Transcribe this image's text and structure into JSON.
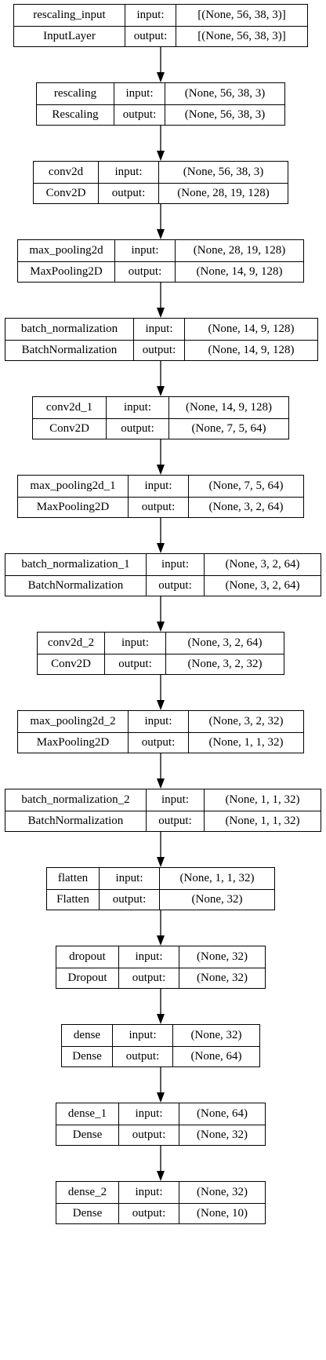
{
  "labels": {
    "input": "input:",
    "output": "output:"
  },
  "layers": [
    {
      "name": "rescaling_input",
      "type": "InputLayer",
      "input": "[(None, 56, 38, 3)]",
      "output": "[(None, 56, 38, 3)]"
    },
    {
      "name": "rescaling",
      "type": "Rescaling",
      "input": "(None, 56, 38, 3)",
      "output": "(None, 56, 38, 3)"
    },
    {
      "name": "conv2d",
      "type": "Conv2D",
      "input": "(None, 56, 38, 3)",
      "output": "(None, 28, 19, 128)"
    },
    {
      "name": "max_pooling2d",
      "type": "MaxPooling2D",
      "input": "(None, 28, 19, 128)",
      "output": "(None, 14, 9, 128)"
    },
    {
      "name": "batch_normalization",
      "type": "BatchNormalization",
      "input": "(None, 14, 9, 128)",
      "output": "(None, 14, 9, 128)"
    },
    {
      "name": "conv2d_1",
      "type": "Conv2D",
      "input": "(None, 14, 9, 128)",
      "output": "(None, 7, 5, 64)"
    },
    {
      "name": "max_pooling2d_1",
      "type": "MaxPooling2D",
      "input": "(None, 7, 5, 64)",
      "output": "(None, 3, 2, 64)"
    },
    {
      "name": "batch_normalization_1",
      "type": "BatchNormalization",
      "input": "(None, 3, 2, 64)",
      "output": "(None, 3, 2, 64)"
    },
    {
      "name": "conv2d_2",
      "type": "Conv2D",
      "input": "(None, 3, 2, 64)",
      "output": "(None, 3, 2, 32)"
    },
    {
      "name": "max_pooling2d_2",
      "type": "MaxPooling2D",
      "input": "(None, 3, 2, 32)",
      "output": "(None, 1, 1, 32)"
    },
    {
      "name": "batch_normalization_2",
      "type": "BatchNormalization",
      "input": "(None, 1, 1, 32)",
      "output": "(None, 1, 1, 32)"
    },
    {
      "name": "flatten",
      "type": "Flatten",
      "input": "(None, 1, 1, 32)",
      "output": "(None, 32)"
    },
    {
      "name": "dropout",
      "type": "Dropout",
      "input": "(None, 32)",
      "output": "(None, 32)"
    },
    {
      "name": "dense",
      "type": "Dense",
      "input": "(None, 32)",
      "output": "(None, 64)"
    },
    {
      "name": "dense_1",
      "type": "Dense",
      "input": "(None, 64)",
      "output": "(None, 32)"
    },
    {
      "name": "dense_2",
      "type": "Dense",
      "input": "(None, 32)",
      "output": "(None, 10)"
    }
  ]
}
